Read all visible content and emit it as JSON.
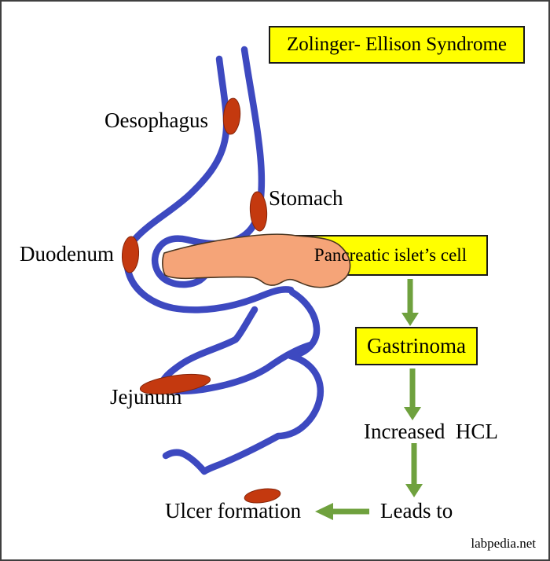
{
  "title": {
    "label": "Zolinger- Ellison Syndrome"
  },
  "organ_labels": {
    "oesophagus": "Oesophagus",
    "stomach": "Stomach",
    "duodenum": "Duodenum",
    "jejunum": "Jejunum"
  },
  "flow": {
    "pancreatic_islet_cell": "Pancreatic islet’s cell",
    "gastrinoma": "Gastrinoma",
    "increased_hcl": "Increased  HCL",
    "leads_to": "Leads to",
    "ulcer_formation": "Ulcer formation"
  },
  "arrows": [
    {
      "from": "pancreatic_islet_cell",
      "to": "gastrinoma",
      "direction": "down"
    },
    {
      "from": "gastrinoma",
      "to": "increased_hcl",
      "direction": "down"
    },
    {
      "from": "increased_hcl",
      "to": "leads_to",
      "direction": "down"
    },
    {
      "from": "leads_to",
      "to": "ulcer_formation",
      "direction": "left"
    }
  ],
  "watermark": "labpedia.net",
  "icons": {
    "ulcer_spot": "red-ellipse-ulcer-marker",
    "pancreas": "peach-pancreas-shape",
    "digestive_tract": "blue-outline-gut-drawing"
  },
  "colors": {
    "highlight_box": "#ffff00",
    "box_border": "#1a1a1a",
    "tract_blue": "#3d49c0",
    "ulcer_red": "#c4390f",
    "pancreas_peach": "#f5a478",
    "arrow_green": "#6fa13e",
    "frame_border": "#3f3f3f",
    "text": "#000000"
  }
}
